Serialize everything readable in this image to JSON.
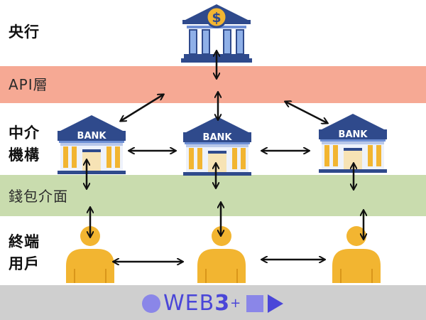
{
  "layers": {
    "central_bank": "央行",
    "api": "API層",
    "intermediary_line1": "中介",
    "intermediary_line2": "機構",
    "wallet": "錢包介面",
    "end_user_line1": "終端",
    "end_user_line2": "用戶"
  },
  "bank_sign": "BANK",
  "central_bank_symbol": "$",
  "footer": {
    "brand_web": "WEB",
    "brand_three": "3",
    "brand_plus": "+"
  },
  "colors": {
    "api_band": "#f6a994",
    "wallet_band": "#c9dcae",
    "footer_band": "#cfcfcf",
    "bank_roof": "#2f4a8c",
    "person": "#f2b531",
    "brand": "#4a46d8"
  },
  "icons": {
    "central_bank": "central-bank-icon",
    "bank": "bank-building-icon",
    "user": "user-person-icon",
    "arrow": "double-headed-arrow"
  }
}
